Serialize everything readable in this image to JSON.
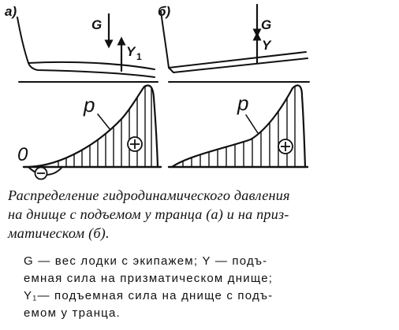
{
  "figure": {
    "panel_a": {
      "label": "а)",
      "g": "G",
      "y": "Y",
      "y_sub": "1",
      "p": "p",
      "zero": "0",
      "plus": "+",
      "minus": "−"
    },
    "panel_b": {
      "label": "б)",
      "g": "G",
      "y": "Y",
      "p": "p",
      "plus": "+"
    }
  },
  "caption": {
    "lines": [
      "Распределение гидродинамического давления",
      "на днище с подъемом у транца (а) и на приз-",
      "матическом (б)."
    ]
  },
  "legend": {
    "lines": [
      "G — вес лодки с экипажем; Y — подъ-",
      "емная сила на призматическом днище;",
      "Y₁— подъемная сила на днище с подъ-",
      "емом у транца."
    ]
  }
}
